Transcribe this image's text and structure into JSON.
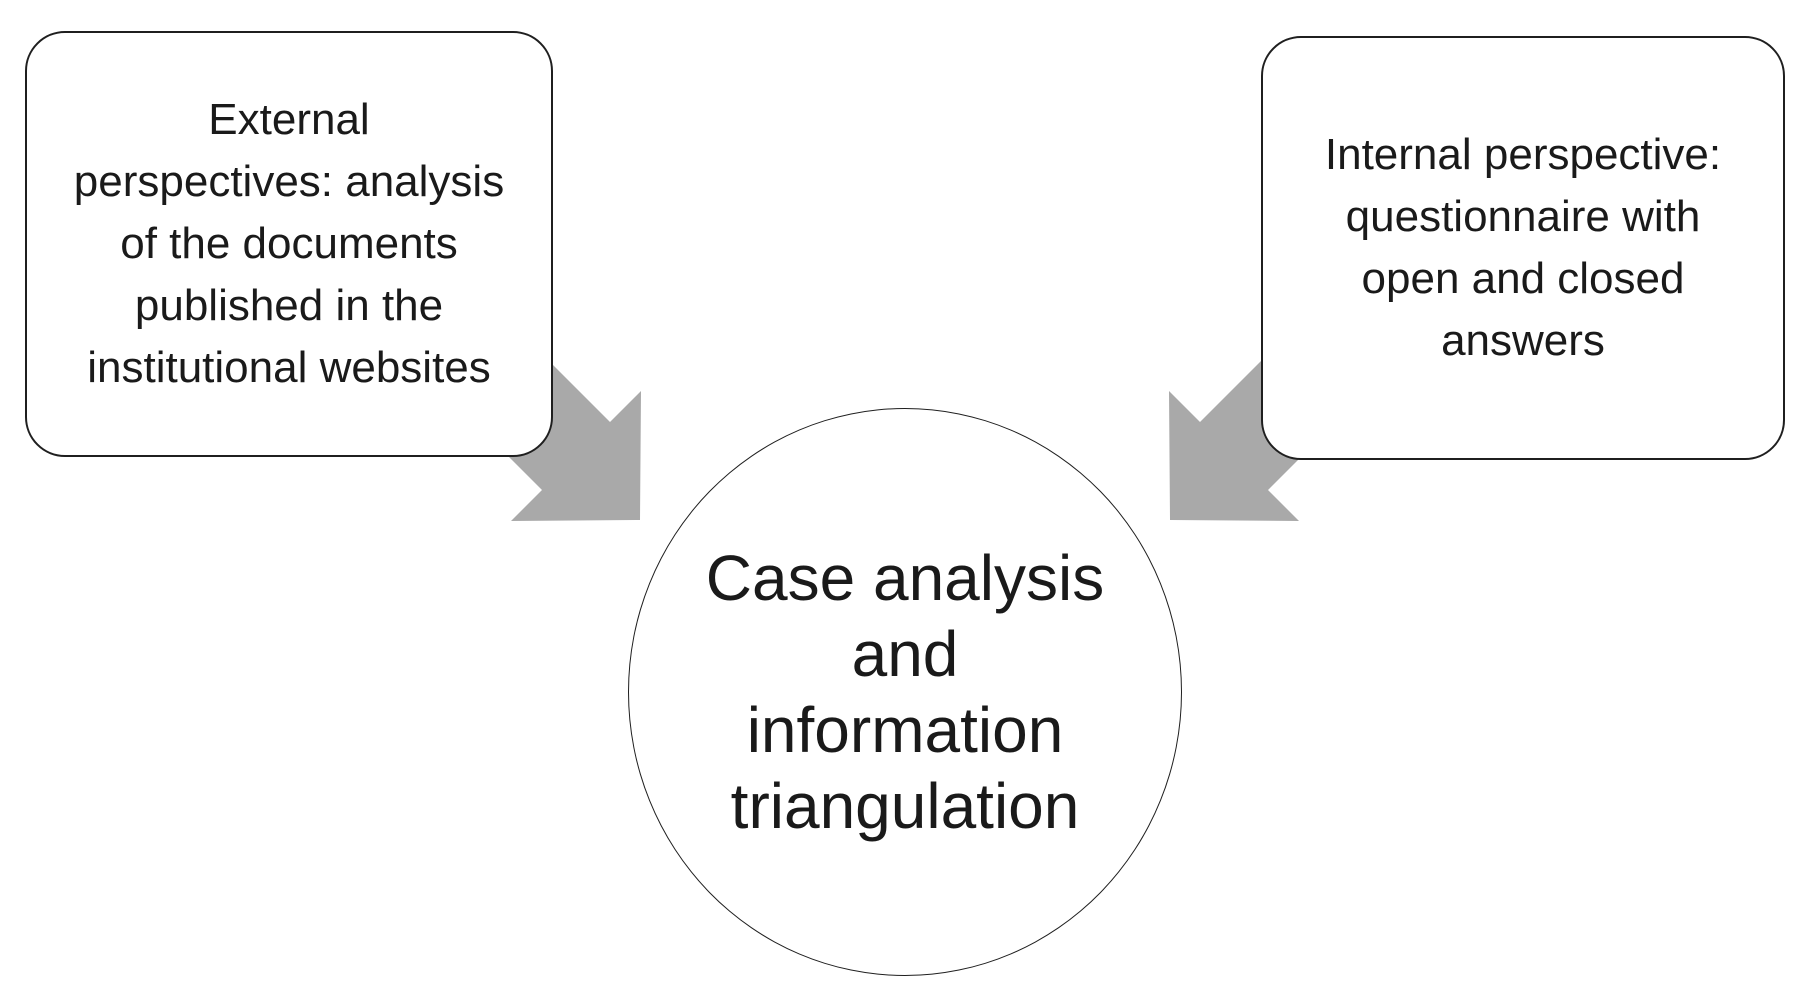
{
  "colors": {
    "arrow_fill": "#a9a9a9",
    "shape_border": "#1f1f1f",
    "text": "#1a1a1a",
    "background": "#ffffff"
  },
  "left_box": {
    "lines": [
      "External",
      "perspectives: analysis",
      "of the documents",
      "published in the",
      "institutional websites"
    ]
  },
  "right_box": {
    "lines": [
      "Internal perspective:",
      "questionnaire with",
      "open and closed",
      "answers"
    ]
  },
  "circle": {
    "lines": [
      "Case analysis",
      "and",
      "information",
      "triangulation"
    ]
  }
}
